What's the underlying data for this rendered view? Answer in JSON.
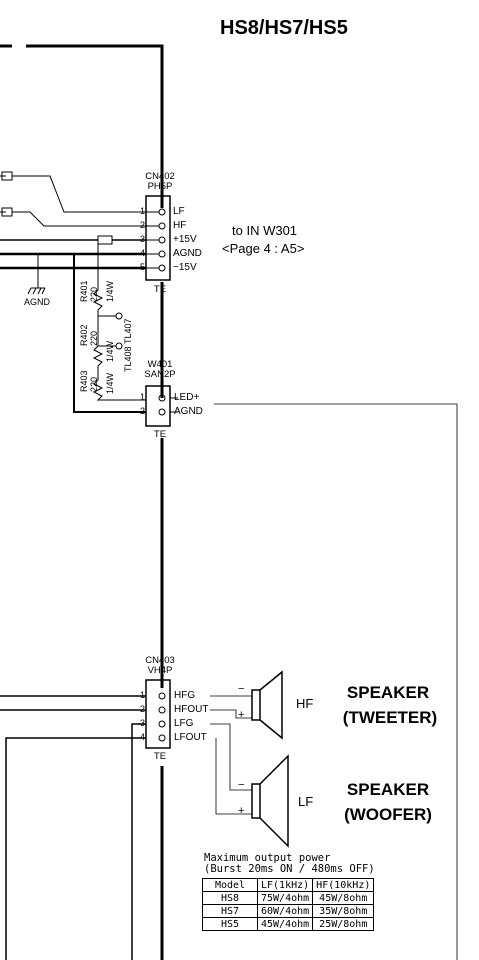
{
  "title": "HS8/HS7/HS5",
  "cn402": {
    "name": "CN402",
    "type": "PH5P",
    "foot": "TE",
    "pins": [
      {
        "no": "1",
        "label": "LF"
      },
      {
        "no": "2",
        "label": "HF"
      },
      {
        "no": "3",
        "label": "+15V"
      },
      {
        "no": "4",
        "label": "AGND"
      },
      {
        "no": "5",
        "label": "−15V"
      }
    ],
    "dest_line1": "to IN W301",
    "dest_line2": "<Page 4 : A5>"
  },
  "agnd_symbol": "AGND",
  "resistors": [
    {
      "ref": "R401",
      "value": "220",
      "power": "1/4W",
      "tp": "TL407"
    },
    {
      "ref": "R402",
      "value": "220",
      "power": "1/4W",
      "tp": "TL408"
    },
    {
      "ref": "R403",
      "value": "220",
      "power": "1/4W",
      "tp": ""
    }
  ],
  "w401": {
    "name": "W401",
    "type": "SAN2P",
    "foot": "TE",
    "pins": [
      {
        "no": "1",
        "label": "LED+"
      },
      {
        "no": "2",
        "label": "AGND"
      }
    ]
  },
  "cn403": {
    "name": "CN403",
    "type": "VH4P",
    "foot": "TE",
    "pins": [
      {
        "no": "1",
        "label": "HFG"
      },
      {
        "no": "2",
        "label": "HFOUT"
      },
      {
        "no": "3",
        "label": "LFG"
      },
      {
        "no": "4",
        "label": "LFOUT"
      }
    ]
  },
  "speakers": [
    {
      "short": "HF",
      "line1": "SPEAKER",
      "line2": "(TWEETER)",
      "minus": "−",
      "plus": "+"
    },
    {
      "short": "LF",
      "line1": "SPEAKER",
      "line2": "(WOOFER)",
      "minus": "−",
      "plus": "+"
    }
  ],
  "power_table": {
    "caption1": "Maximum output power",
    "caption2": "(Burst 20ms ON / 480ms OFF)",
    "headers": [
      "Model",
      "LF(1kHz)",
      "HF(10kHz)"
    ],
    "rows": [
      [
        "HS8",
        "75W/4ohm",
        "45W/8ohm"
      ],
      [
        "HS7",
        "60W/4ohm",
        "35W/8ohm"
      ],
      [
        "HS5",
        "45W/4ohm",
        "25W/8ohm"
      ]
    ]
  }
}
